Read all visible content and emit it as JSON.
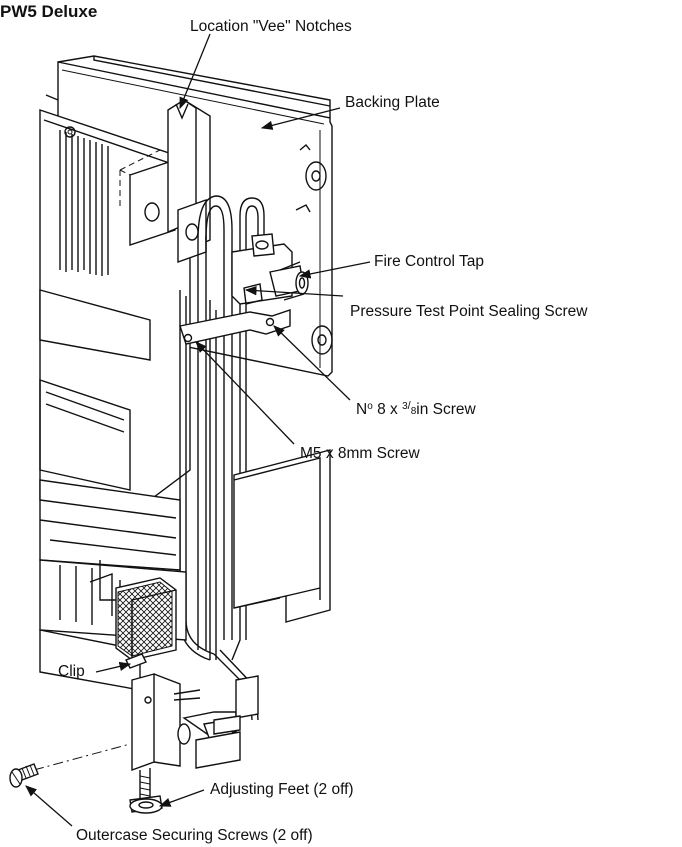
{
  "title": "PW5 Deluxe",
  "labels": {
    "notches": "Location \"Vee\" Notches",
    "backing_plate": "Backing Plate",
    "fire_control_tap": "Fire Control Tap",
    "pressure_test": "Pressure Test Point Sealing Screw",
    "no8_prefix": "N",
    "no8_degree": "o",
    "no8_mid": " 8 x ",
    "no8_frac_num": "3",
    "no8_frac_slash": "/",
    "no8_frac_den": "8",
    "no8_suffix": "in Screw",
    "m5_screw": "M5 x 8mm Screw",
    "clip": "Clip",
    "adjusting_feet": "Adjusting Feet (2 off)",
    "outercase_screws": "Outercase Securing Screws (2 off)"
  },
  "colors": {
    "line": "#111111",
    "background": "#ffffff"
  }
}
